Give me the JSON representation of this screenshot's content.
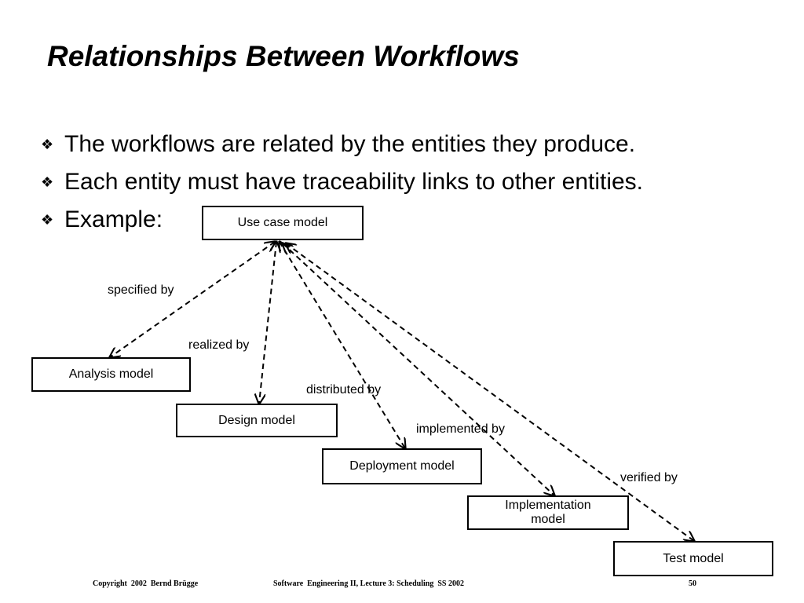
{
  "slide": {
    "title": "Relationships Between Workflows",
    "bullets": [
      "The workflows are related by the entities they produce.",
      "Each entity must have traceability links to other entities.",
      "Example:"
    ],
    "bullet_symbol": "❖"
  },
  "diagram": {
    "source": "Use case model",
    "targets": [
      {
        "name": "Analysis model",
        "relation": "specified by"
      },
      {
        "name": "Design model",
        "relation": "realized by"
      },
      {
        "name": "Deployment model",
        "relation": "distributed by"
      },
      {
        "name": "Implementation model",
        "relation": "implemented by"
      },
      {
        "name": "Test model",
        "relation": "verified by"
      }
    ]
  },
  "footer": {
    "copyright": "Copyright  2002  Bernd Brügge",
    "course": "Software  Engineering II, Lecture 3: Scheduling  SS 2002",
    "page": "50"
  }
}
